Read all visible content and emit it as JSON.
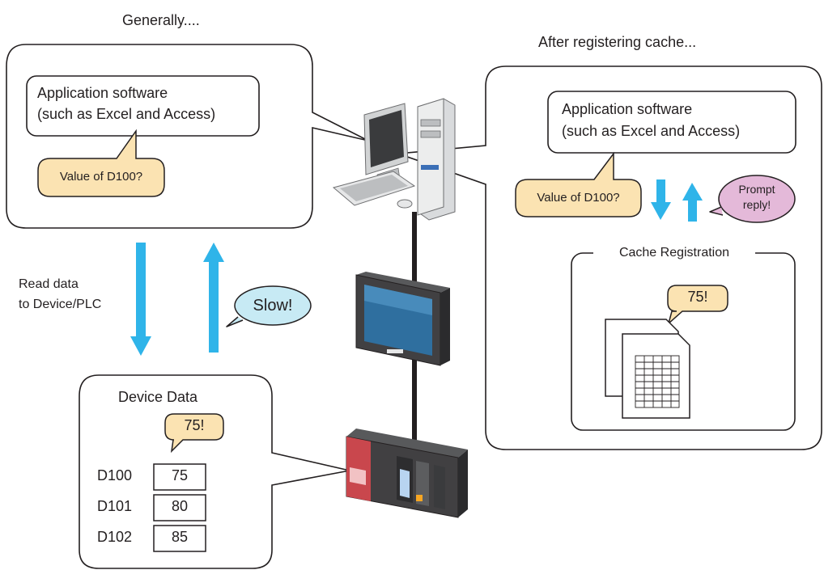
{
  "left_panel": {
    "heading": "Generally....",
    "app_software_line1": "Application software",
    "app_software_line2": "(such as Excel and Access)",
    "query_bubble": "Value of D100?",
    "read_label_line1": "Read data",
    "read_label_line2": "to Device/PLC",
    "slow_bubble": "Slow!"
  },
  "device_data": {
    "title": "Device Data",
    "reply_bubble": "75!",
    "rows": [
      {
        "address": "D100",
        "value": "75"
      },
      {
        "address": "D101",
        "value": "80"
      },
      {
        "address": "D102",
        "value": "85"
      }
    ]
  },
  "right_panel": {
    "heading": "After registering cache...",
    "app_software_line1": "Application software",
    "app_software_line2": "(such as Excel and Access)",
    "query_bubble": "Value of D100?",
    "prompt_bubble_line1": "Prompt",
    "prompt_bubble_line2": "reply!",
    "cache_title": "Cache Registration",
    "cache_reply_bubble": "75!"
  },
  "colors": {
    "arrow_blue": "#2fb4e9",
    "bubble_tan": "#fbe3b2",
    "slow_bubble": "#c7eaf4",
    "prompt_bubble": "#e4b9d9",
    "outline": "#231f20"
  },
  "icons": [
    "pc-icon",
    "touch-panel-icon",
    "plc-icon",
    "document-stack-icon"
  ]
}
